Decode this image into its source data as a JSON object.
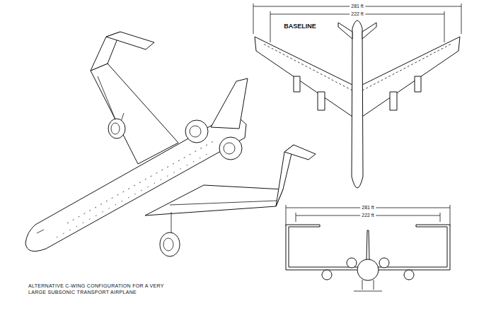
{
  "diagram": {
    "caption": "ALTERNATIVE C-WING CONFIGURATION FOR A VERY LARGE SUBSONIC TRANSPORT AIRPLANE",
    "labels": [
      "BASELINE",
      "281 ft",
      "222 ft",
      "281 ft",
      "222 ft"
    ]
  }
}
